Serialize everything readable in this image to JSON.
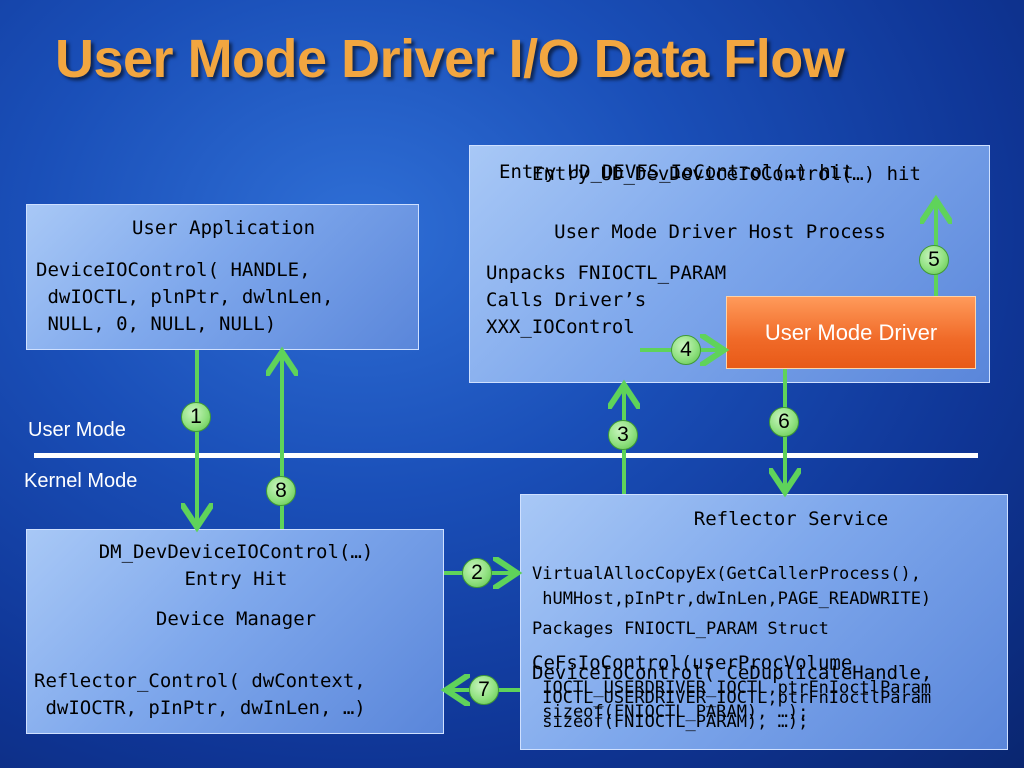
{
  "title": "User Mode Driver I/O Data Flow",
  "labels": {
    "user_mode": "User Mode",
    "kernel_mode": "Kernel Mode"
  },
  "user_app": {
    "heading": "User Application",
    "lines": [
      "DeviceIOControl( HANDLE,",
      " dwIOCTL, plnPtr, dwlnLen,",
      " NULL, 0, NULL, NULL)"
    ]
  },
  "host": {
    "entry_a": "Entry UD_DEVFS_IoControl(…) hit",
    "entry_b": "Entry UD_DevDeviceIoControl(…) hit",
    "heading": "User Mode Driver Host Process",
    "lines": [
      "Unpacks FNIOCTL_PARAM",
      "Calls Driver’s",
      "XXX_IOControl"
    ]
  },
  "umd": {
    "label": "User Mode Driver"
  },
  "device_manager": {
    "entry_lines": [
      "DM_DevDeviceIOControl(…)",
      "Entry Hit"
    ],
    "heading": "Device Manager",
    "lines": [
      "Reflector_Control( dwContext,",
      " dwIOCTR, pInPtr, dwInLen, …)"
    ]
  },
  "reflector": {
    "heading": "Reflector Service",
    "alloc_lines": [
      "VirtualAllocCopyEx(GetCallerProcess(),",
      " hUMHost,pInPtr,dwInLen,PAGE_READWRITE)"
    ],
    "packages": "Packages FNIOCTL_PARAM Struct",
    "overlay_a": [
      "CeFsIoControl(userProcVolume",
      " IOCTL_USERDRIVER_IOCTL,ptrFnIoctlParam",
      " sizeof(FNIOCTL_PARAM), …);"
    ],
    "overlay_b": [
      "DeviceIoControl( CeDuplicateHandle,",
      " IOCTL_USERDRIVER_IOCTL,ptrFnIoctlParam",
      " sizeof(FNIOCTL_PARAM), …);"
    ]
  },
  "steps": [
    "1",
    "2",
    "3",
    "4",
    "5",
    "6",
    "7",
    "8"
  ],
  "colors": {
    "arrow": "#5fd35a",
    "title": "#f2a640",
    "umd": "#f06a28"
  }
}
